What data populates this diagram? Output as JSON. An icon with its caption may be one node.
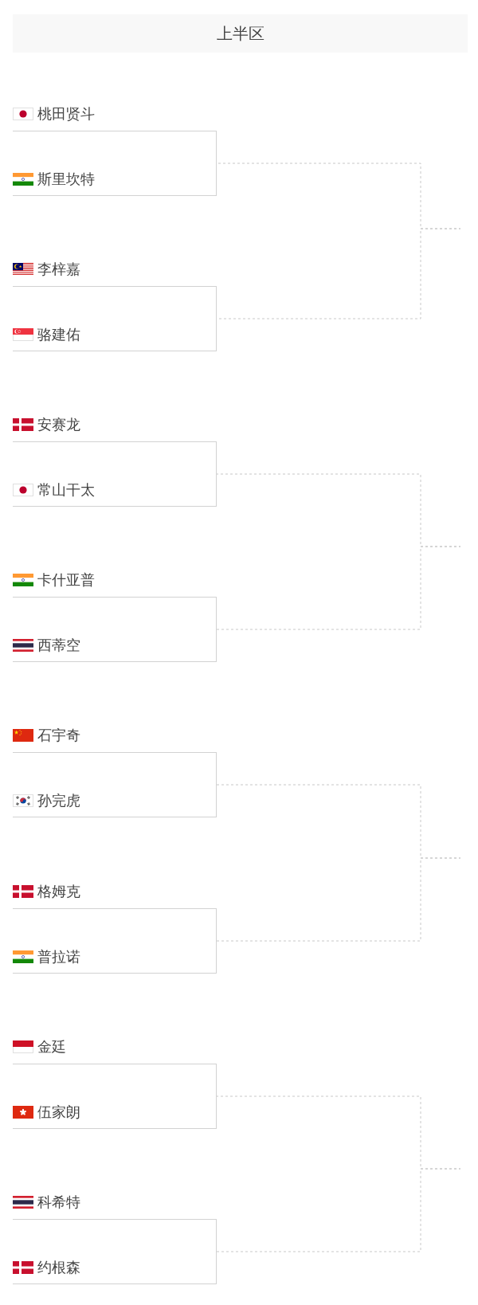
{
  "diagram": {
    "title": "上半区",
    "nodes": [
      {
        "text": [
          "桃田贤斗"
        ]
      },
      {
        "text": [],
        "shape": "box"
      },
      {
        "text": [
          "斯里坎特"
        ],
        "in": 1
      },
      {
        "text": [
          "李梓嘉"
        ]
      },
      {
        "text": [],
        "shape": "box"
      },
      {
        "text": [
          "骆建佑"
        ],
        "in": 4
      },
      {
        "text": [
          "安赛龙"
        ]
      },
      {
        "text": [],
        "shape": "box"
      },
      {
        "text": [
          "常山干太"
        ],
        "in": 7
      },
      {
        "text": [
          "卡什亚普"
        ]
      },
      {
        "text": [],
        "shape": "box"
      },
      {
        "text": [
          "西蒂空"
        ],
        "in": 10
      },
      {
        "text": [
          "石宇奇"
        ]
      },
      {
        "text": [],
        "shape": "box"
      },
      {
        "text": [
          "孙完虎"
        ],
        "in": 13
      },
      {
        "text": [
          "格姆克"
        ]
      },
      {
        "text": [],
        "shape": "box"
      },
      {
        "text": [
          "普拉诺"
        ],
        "in": 16
      },
      {
        "text": [
          "金廷"
        ]
      },
      {
        "text": [],
        "shape": "box"
      },
      {
        "text": [
          "伍家朗"
        ],
        "in": 19
      },
      {
        "text": [
          "科希特"
        ]
      },
      {
        "text": [],
        "shape": "box"
      },
      {
        "text": [
          "约根森"
        ],
        "in": 22
      }
    ],
    "edges": [
      {
        "from": 1,
        "to": null,
        "arrow": "none",
        "style": "dashed"
      },
      {
        "from": 4,
        "to": null,
        "arrow": "none",
        "style": "dashed"
      },
      {
        "from": 7,
        "to": null,
        "arrow": "none",
        "style": "dashed"
      },
      {
        "from": 10,
        "to": null,
        "arrow": "none",
        "style": "dashed"
      },
      {
        "from": 13,
        "to": null,
        "arrow": "none",
        "style": "dashed"
      },
      {
        "from": 16,
        "to": null,
        "arrow": "none",
        "style": "dashed"
      },
      {
        "from": 19,
        "to": null,
        "arrow": "none",
        "style": "dashed"
      },
      {
        "from": 22,
        "to": null,
        "arrow": "none",
        "style": "dashed"
      }
    ]
  }
}
